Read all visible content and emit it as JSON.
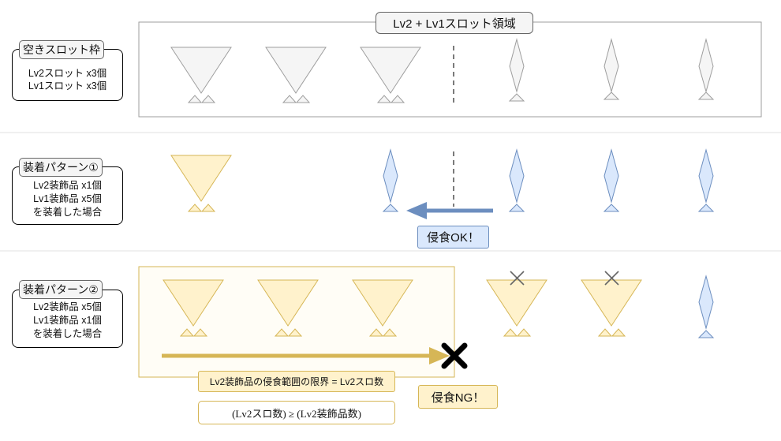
{
  "region_label": "Lv2 + Lv1スロット領域",
  "sections": [
    {
      "title": "空きスロット枠",
      "lines": [
        "Lv2スロット x3個",
        "Lv1スロット x3個"
      ]
    },
    {
      "title": "装着パターン①",
      "lines": [
        "Lv2装飾品 x1個",
        "Lv1装飾品 x5個",
        "を装着した場合"
      ]
    },
    {
      "title": "装着パターン②",
      "lines": [
        "Lv2装飾品 x5個",
        "Lv1装飾品 x1個",
        "を装着した場合"
      ]
    }
  ],
  "pattern1_result": "侵食OK！",
  "pattern2_limit_note": "Lv2装飾品の侵食範囲の限界 = Lv2スロ数",
  "pattern2_formula": "(Lv2スロ数) ≥ (Lv2装飾品数)",
  "pattern2_result": "侵食NG！",
  "colors": {
    "empty_fill": "#f5f5f5",
    "empty_stroke": "#9e9e9e",
    "lv2_fill": "#fff2cc",
    "lv2_stroke": "#d6b656",
    "lv1_fill": "#dae8fc",
    "lv1_stroke": "#6c8ebf",
    "arrow_blue": "#6c8ebf",
    "arrow_gold": "#d6b656"
  },
  "icons": [
    "cross-mark-icon",
    "small-x-icon"
  ]
}
